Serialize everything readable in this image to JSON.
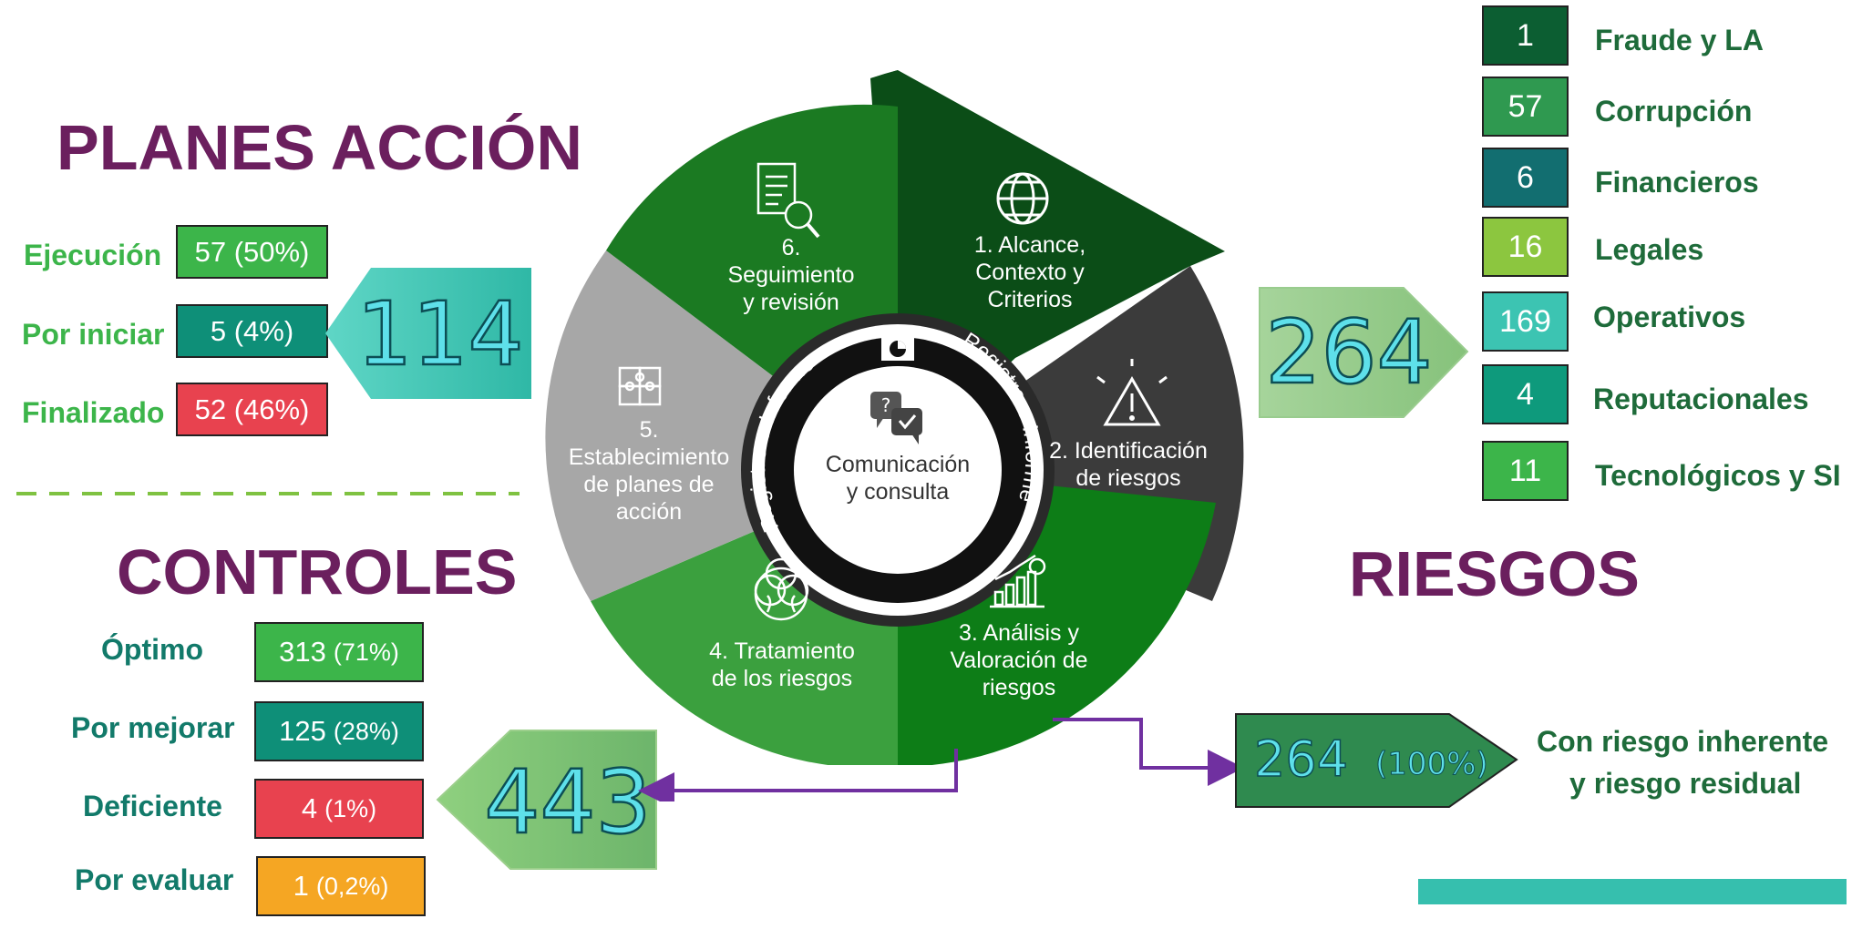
{
  "planes": {
    "title": "PLANES ACCIÓN",
    "total": "114",
    "rows": [
      {
        "label": "Ejecución",
        "value": "57 (50%)",
        "color": "#3cb54a"
      },
      {
        "label": "Por iniciar",
        "value": "5 (4%)",
        "color": "#0e8f78"
      },
      {
        "label": "Finalizado",
        "value": "52 (46%)",
        "color": "#e8424f"
      }
    ]
  },
  "controles": {
    "title": "CONTROLES",
    "total": "443",
    "rows": [
      {
        "label": "Óptimo",
        "value": "313",
        "pct": "(71%)",
        "color": "#3cb54a"
      },
      {
        "label": "Por mejorar",
        "value": "125",
        "pct": "(28%)",
        "color": "#0e8f78"
      },
      {
        "label": "Deficiente",
        "value": "4",
        "pct": "(1%)",
        "color": "#e8424f"
      },
      {
        "label": "Por evaluar",
        "value": "1",
        "pct": "(0,2%)",
        "color": "#f5a623"
      }
    ]
  },
  "riesgos": {
    "title": "RIESGOS",
    "total": "264",
    "residual_value": "264",
    "residual_pct": "(100%)",
    "residual_label_1": "Con riesgo inherente",
    "residual_label_2": "y riesgo residual",
    "legend": [
      {
        "value": "1",
        "label": "Fraude y LA",
        "color": "#0c5e32"
      },
      {
        "value": "57",
        "label": "Corrupción",
        "color": "#2f9950"
      },
      {
        "value": "6",
        "label": "Financieros",
        "color": "#126e70"
      },
      {
        "value": "16",
        "label": "Legales",
        "color": "#8cc63f"
      },
      {
        "value": "169",
        "label": "Operativos",
        "color": "#3cc4b2"
      },
      {
        "value": "4",
        "label": "Reputacionales",
        "color": "#0e9a7c"
      },
      {
        "value": "11",
        "label": "Tecnológicos y SI",
        "color": "#3cb54a"
      }
    ]
  },
  "cycle": {
    "center_line1": "Comunicación",
    "center_line2": "y consulta",
    "ring_left": "Registro e Informe",
    "ring_right": "Registro e Informe",
    "steps": [
      {
        "l1": "1. Alcance,",
        "l2": "Contexto  y",
        "l3": "Criterios",
        "color": "#0b4d17",
        "icon": "globe-icon"
      },
      {
        "l1": "2. Identificación",
        "l2": "de riesgos",
        "color": "#3b3b3b",
        "icon": "warning-icon"
      },
      {
        "l1": "3. Análisis y",
        "l2": "Valoración  de",
        "l3": "riesgos",
        "color": "#0d7d17",
        "icon": "growth-chart-icon"
      },
      {
        "l1": "4. Tratamiento",
        "l2": "de los riesgos",
        "color": "#3ba03e",
        "icon": "ecology-icon"
      },
      {
        "l1": "5.",
        "l2": "Establecimiento",
        "l3": "de planes  de",
        "l4": "acción",
        "color": "#a7a7a7",
        "icon": "puzzle-icon"
      },
      {
        "l1": "6.",
        "l2": "Seguimiento",
        "l3": "y revisión",
        "color": "#1b7a22",
        "icon": "document-search-icon"
      }
    ]
  }
}
